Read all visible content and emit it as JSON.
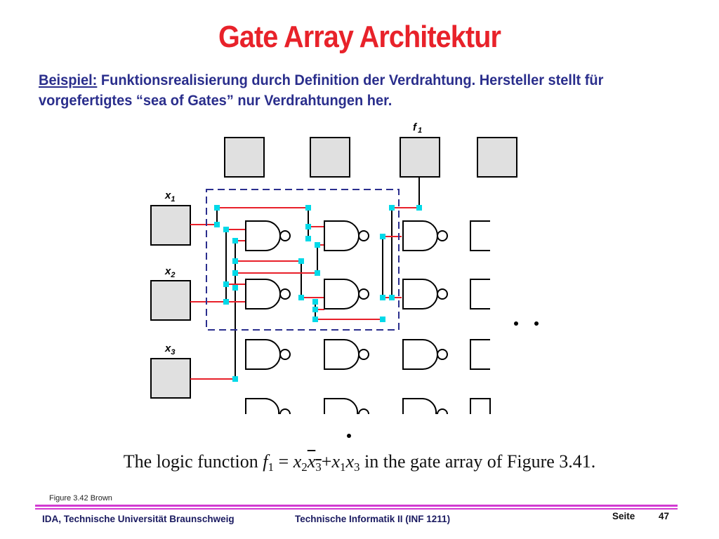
{
  "title": "Gate Array Architektur",
  "subtitle": {
    "label": "Beispiel:",
    "text": " Funktionsrealisierung durch Definition der Verdrahtung. Hersteller stellt für vorgefertigtes “sea of Gates” nur Verdrahtungen her."
  },
  "diagram": {
    "output_label": "f",
    "output_sub": "1",
    "inputs": [
      {
        "name": "x",
        "sub": "1"
      },
      {
        "name": "x",
        "sub": "2"
      },
      {
        "name": "x",
        "sub": "3"
      }
    ],
    "colors": {
      "wire": "#e8202a",
      "connection": "#00d9e8",
      "cell_fill": "#e0e0e0",
      "selection": "#2b2f8e"
    }
  },
  "caption": {
    "prefix": "The logic function ",
    "f": "f",
    "f_sub": "1",
    "eq": " = ",
    "t1a": "x",
    "t1a_sub": "2",
    "t1b": "x",
    "t1b_sub": "3",
    "plus": "+",
    "t2a": "x",
    "t2a_sub": "1",
    "t2b": "x",
    "t2b_sub": "3",
    "suffix": " in the gate array of Figure 3.41."
  },
  "figure_ref": "Figure 3.42 Brown",
  "footer": {
    "left": "IDA, Technische Universität Braunschweig",
    "center": "Technische Informatik II (INF 1211)",
    "page_label": "Seite",
    "page_number": "47"
  }
}
